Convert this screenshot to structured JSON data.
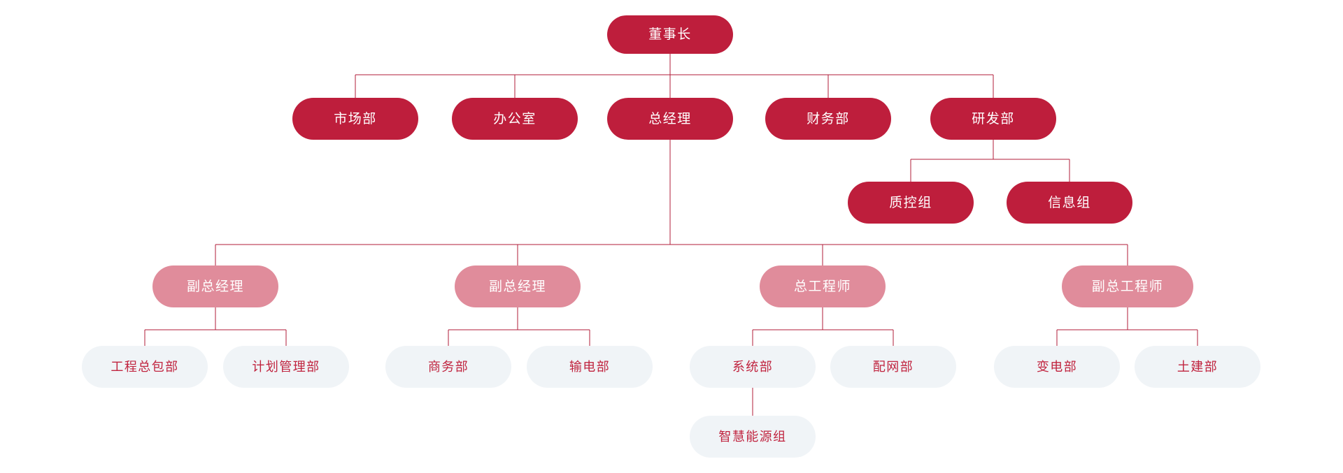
{
  "chart_data": {
    "type": "diagram",
    "subtype": "organization-chart",
    "title": "",
    "orientation": "top-down",
    "palette": {
      "executive_fill": "#BE1E3C",
      "executive_text": "#FFFFFF",
      "vice_fill": "#E08C9B",
      "vice_text": "#FFFFFF",
      "department_fill": "#F0F4F7",
      "department_text": "#C0243F",
      "connector": "#B01C38",
      "background": "#FFFFFF"
    },
    "levels": [
      {
        "level": 1,
        "style": "executive_fill",
        "labels": [
          "董事长"
        ]
      },
      {
        "level": 2,
        "style": "executive_fill",
        "labels": [
          "市场部",
          "办公室",
          "总经理",
          "财务部",
          "研发部"
        ]
      },
      {
        "level": 3,
        "style": "executive_fill",
        "labels": [
          "质控组",
          "信息组"
        ]
      },
      {
        "level": 4,
        "style": "vice_fill",
        "labels": [
          "副总经理",
          "副总经理",
          "总工程师",
          "副总工程师"
        ]
      },
      {
        "level": 5,
        "style": "department_fill",
        "labels": [
          "工程总包部",
          "计划管理部",
          "商务部",
          "输电部",
          "系统部",
          "配网部",
          "变电部",
          "土建部"
        ]
      },
      {
        "level": 6,
        "style": "department_fill",
        "labels": [
          "智慧能源组"
        ]
      }
    ],
    "edges": [
      {
        "from": "董事长",
        "to": "市场部"
      },
      {
        "from": "董事长",
        "to": "办公室"
      },
      {
        "from": "董事长",
        "to": "总经理"
      },
      {
        "from": "董事长",
        "to": "财务部"
      },
      {
        "from": "董事长",
        "to": "研发部"
      },
      {
        "from": "研发部",
        "to": "质控组"
      },
      {
        "from": "研发部",
        "to": "信息组"
      },
      {
        "from": "总经理",
        "to": "副总经理(1)"
      },
      {
        "from": "总经理",
        "to": "副总经理(2)"
      },
      {
        "from": "总经理",
        "to": "总工程师"
      },
      {
        "from": "总经理",
        "to": "副总工程师"
      },
      {
        "from": "副总经理(1)",
        "to": "工程总包部"
      },
      {
        "from": "副总经理(1)",
        "to": "计划管理部"
      },
      {
        "from": "副总经理(2)",
        "to": "商务部"
      },
      {
        "from": "副总经理(2)",
        "to": "输电部"
      },
      {
        "from": "总工程师",
        "to": "系统部"
      },
      {
        "from": "总工程师",
        "to": "配网部"
      },
      {
        "from": "副总工程师",
        "to": "变电部"
      },
      {
        "from": "副总工程师",
        "to": "土建部"
      },
      {
        "from": "系统部",
        "to": "智慧能源组"
      }
    ]
  },
  "nodes": {
    "chairman": {
      "label": "董事长"
    },
    "marketing": {
      "label": "市场部"
    },
    "office": {
      "label": "办公室"
    },
    "general_manager": {
      "label": "总经理"
    },
    "finance": {
      "label": "财务部"
    },
    "rnd": {
      "label": "研发部"
    },
    "quality_control": {
      "label": "质控组"
    },
    "information": {
      "label": "信息组"
    },
    "deputy_gm_1": {
      "label": "副总经理"
    },
    "deputy_gm_2": {
      "label": "副总经理"
    },
    "chief_engineer": {
      "label": "总工程师"
    },
    "deputy_chief_engineer": {
      "label": "副总工程师"
    },
    "epc": {
      "label": "工程总包部"
    },
    "plan_management": {
      "label": "计划管理部"
    },
    "commerce": {
      "label": "商务部"
    },
    "transmission": {
      "label": "输电部"
    },
    "system": {
      "label": "系统部"
    },
    "distribution": {
      "label": "配网部"
    },
    "substation": {
      "label": "变电部"
    },
    "civil": {
      "label": "土建部"
    },
    "smart_energy": {
      "label": "智慧能源组"
    }
  }
}
